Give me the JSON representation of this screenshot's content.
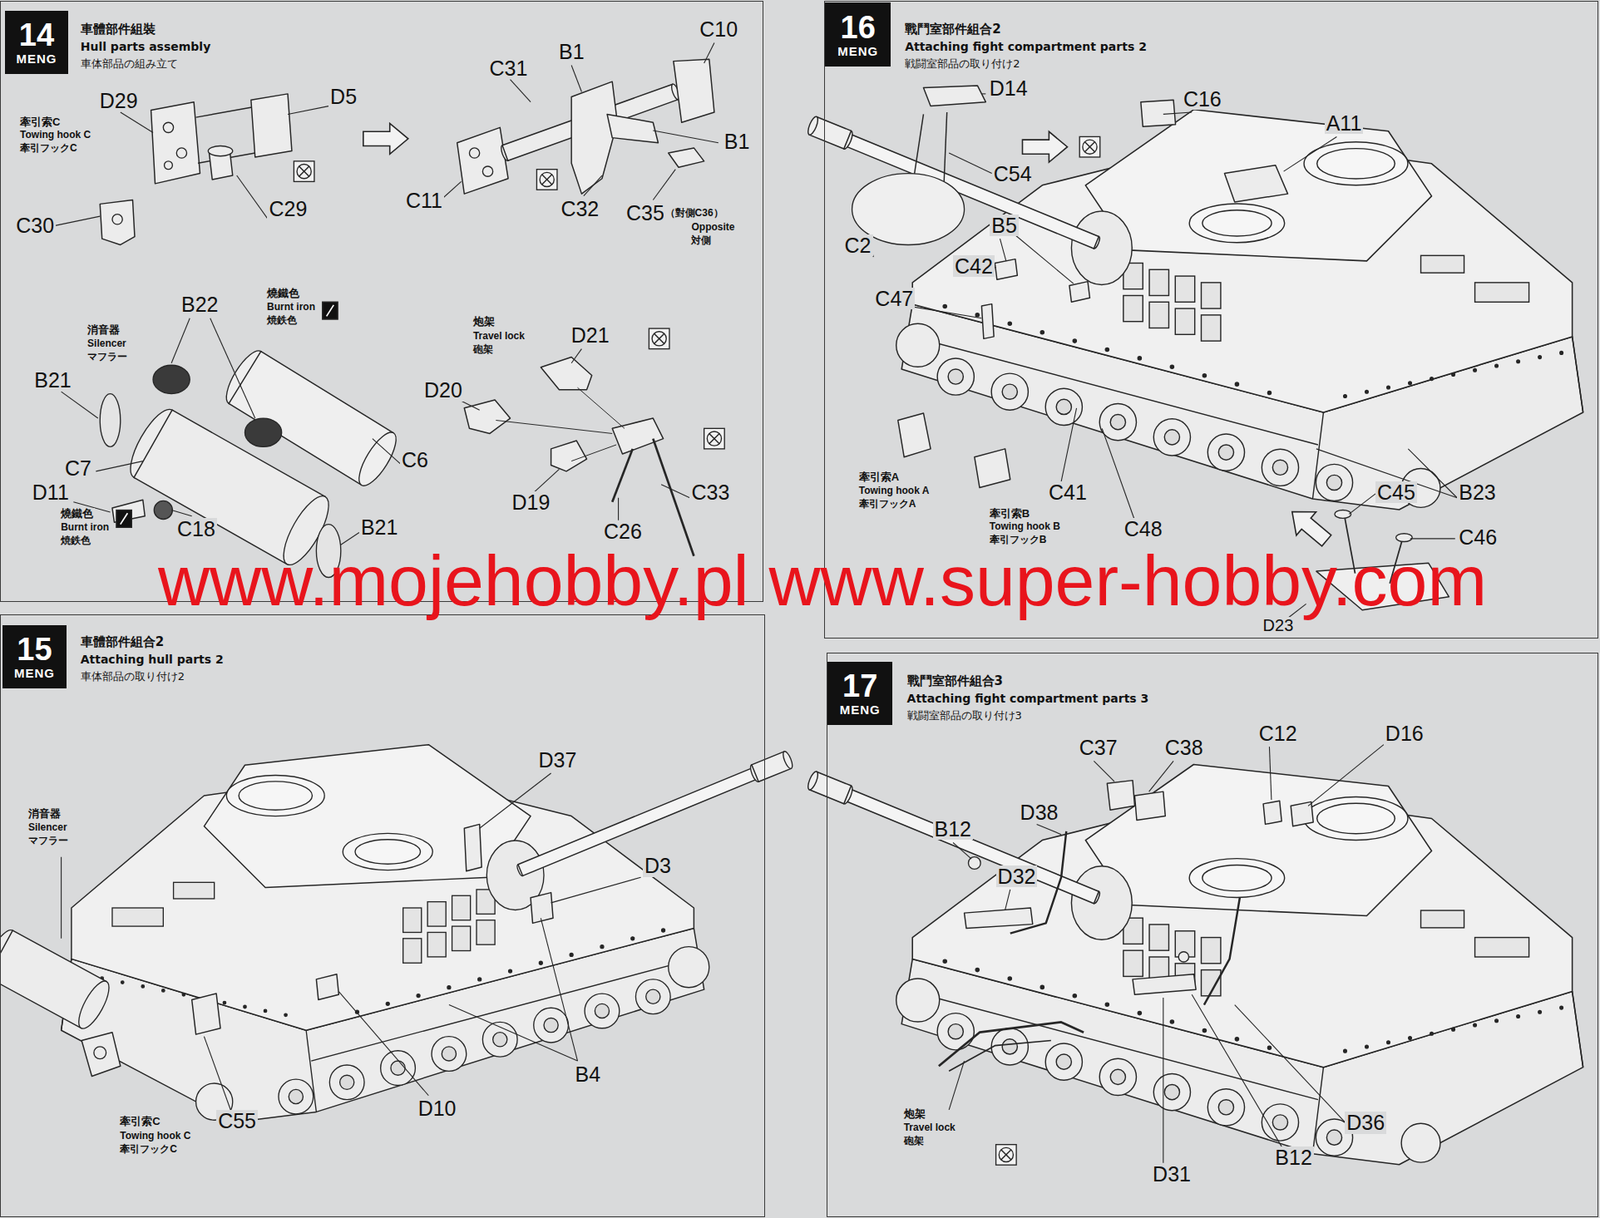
{
  "diagram": {
    "nodes": [
      {
        "text": [
          "車體部件組裝",
          "Hull parts assembly",
          "車体部品の組み立て"
        ]
      },
      {
        "text": [
          "14",
          "MENG"
        ],
        "in": 0
      },
      {
        "text": [
          "車體部件組合2",
          "Attaching hull parts 2",
          "車体部品の取り付け2"
        ]
      },
      {
        "text": [
          "15",
          "MENG"
        ],
        "in": 2
      },
      {
        "text": [
          "戰鬥室部件組合2",
          "Attaching fight compartment parts 2",
          "戦闘室部品の取り付け2"
        ]
      },
      {
        "text": [
          "16",
          "MENG"
        ],
        "in": 4
      },
      {
        "text": [
          "戰鬥室部件組合3",
          "Attaching fight compartment parts 3",
          "戦闘室部品の取り付け3"
        ]
      },
      {
        "text": [
          "17",
          "MENG"
        ],
        "in": 6
      }
    ],
    "labels": [
      "牽引索C",
      "Towing hook C",
      "牽引フックC",
      "D29",
      "D5",
      "C30",
      "C29",
      "C31",
      "B1",
      "C10",
      "B1",
      "C11",
      "C32",
      "C35",
      "（對側C36）",
      "Opposite",
      "対側",
      "B22",
      "燒鐵色",
      "Burnt iron",
      "焼鉄色",
      "消音器",
      "Silencer",
      "マフラー",
      "B21",
      "C7",
      "C6",
      "D11",
      "C18",
      "燒鐵色",
      "Burnt iron",
      "焼鉄色",
      "B21",
      "炮架",
      "Travel lock",
      "砲架",
      "D21",
      "D20",
      "D19",
      "C33",
      "C26",
      "D37",
      "D3",
      "消音器",
      "Silencer",
      "マフラー",
      "B4",
      "D10",
      "C55",
      "牽引索C",
      "Towing hook C",
      "牽引フックC",
      "D14",
      "C16",
      "A11",
      "C54",
      "C2",
      "B5",
      "C42",
      "C47",
      "牽引索A",
      "Towing hook A",
      "牽引フックA",
      "C41",
      "牽引索B",
      "Towing hook B",
      "牽引フックB",
      "C48",
      "C45",
      "B23",
      "C46",
      "D23",
      "C37",
      "C38",
      "C12",
      "D16",
      "B12",
      "D38",
      "D32",
      "炮架",
      "Travel lock",
      "砲架",
      "D36",
      "B12",
      "D31",
      "www.mojehobby.pl www.super-hobby.com"
    ]
  }
}
